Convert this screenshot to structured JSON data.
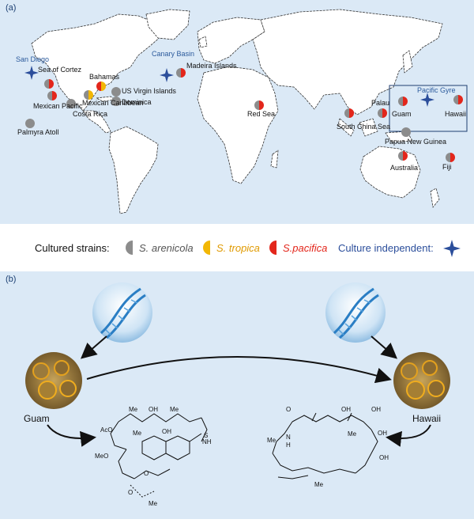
{
  "panel_a": {
    "label": "(a)",
    "sites": [
      {
        "id": "san-diego",
        "label": "San Diego"
      },
      {
        "id": "sea-of-cortez",
        "label": "Sea of Cortez"
      },
      {
        "id": "mexican-pacific",
        "label": "Mexican Pacific"
      },
      {
        "id": "costa-rica",
        "label": "Costa Rica"
      },
      {
        "id": "palmyra-atoll",
        "label": "Palmyra Atoll"
      },
      {
        "id": "bahamas",
        "label": "Bahamas"
      },
      {
        "id": "mexican-caribbean",
        "label": "Mexican Caribbean"
      },
      {
        "id": "us-virgin-islands",
        "label": "US Virgin Islands"
      },
      {
        "id": "dominica",
        "label": "Dominica"
      },
      {
        "id": "canary-basin",
        "label": "Canary Basin"
      },
      {
        "id": "madeira-islands",
        "label": "Madeira Islands"
      },
      {
        "id": "red-sea",
        "label": "Red Sea"
      },
      {
        "id": "south-china-sea",
        "label": "South China Sea"
      },
      {
        "id": "palau",
        "label": "Palau"
      },
      {
        "id": "guam",
        "label": "Guam"
      },
      {
        "id": "pacific-gyre",
        "label": "Pacific Gyre"
      },
      {
        "id": "hawaii",
        "label": "Hawaii"
      },
      {
        "id": "papua-new-guinea",
        "label": "Papua New Guinea"
      },
      {
        "id": "australia",
        "label": "Australia"
      },
      {
        "id": "fiji",
        "label": "Fiji"
      }
    ]
  },
  "legend": {
    "cultured_label": "Cultured strains:",
    "species": [
      {
        "name": "S. arenicola",
        "color": "#8c8c8c"
      },
      {
        "name": "S. tropica",
        "color": "#f2b705"
      },
      {
        "name": "S.pacifica",
        "color": "#e3261b"
      }
    ],
    "independent_label": "Culture independent:",
    "independent_color": "#2b4e9b"
  },
  "panel_b": {
    "label": "(b)",
    "left_site": "Guam",
    "right_site": "Hawaii",
    "atoms_left": [
      "Me",
      "OH",
      "Me",
      "AcO",
      "Me",
      "S",
      "OH",
      "MeO",
      "NH",
      "O",
      "O",
      "Me"
    ],
    "atoms_right": [
      "O",
      "OH",
      "OH",
      "Me",
      "N",
      "H",
      "Me",
      "OH",
      "OH",
      "Me"
    ]
  },
  "colors": {
    "panel_bg": "#dbe9f6",
    "ocean_label": "#2b5a9c",
    "land": "#ffffff",
    "coast": "#333333"
  }
}
